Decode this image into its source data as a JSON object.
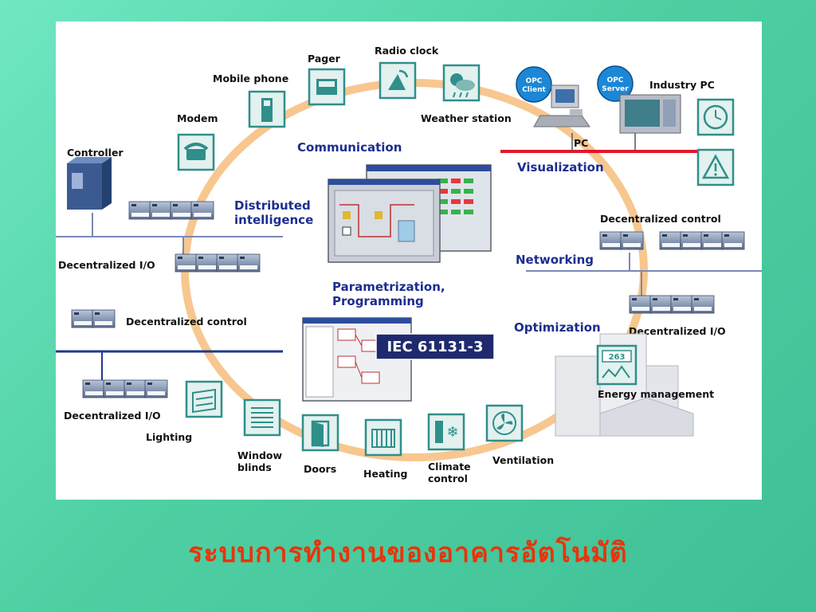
{
  "labels": {
    "pager": "Pager",
    "radio_clock": "Radio clock",
    "mobile_phone": "Mobile phone",
    "modem": "Modem",
    "weather_station": "Weather station",
    "opc_client": [
      "OPC",
      "Client"
    ],
    "opc_server": [
      "OPC",
      "Server"
    ],
    "industry_pc": "Industry PC",
    "pc": "PC",
    "controller": "Controller",
    "communication": "Communication",
    "visualization": "Visualization",
    "distributed": [
      "Distributed",
      "intelligence"
    ],
    "decentralized_control_right": "Decentralized control",
    "decentralized_io_left": "Decentralized I/O",
    "networking": "Networking",
    "parametrization": [
      "Parametrization,",
      "Programming"
    ],
    "decentralized_control_left": "Decentralized control",
    "optimization": "Optimization",
    "decentralized_io_right": "Decentralized I/O",
    "iec": "IEC 61131-3",
    "energy_management": "Energy management",
    "decentralized_io_bottom": "Decentralized I/O",
    "lighting": "Lighting",
    "window_blinds": [
      "Window",
      "blinds"
    ],
    "doors": "Doors",
    "heating": "Heating",
    "climate_control": [
      "Climate",
      "control"
    ],
    "ventilation": "Ventilation"
  },
  "energy_display": "263",
  "title": "ระบบการทำงานของอาคารอัตโนมัติ",
  "colors": {
    "ring": "#f7c78f",
    "accent_text": "#1c2d8f",
    "visualization_bus": "#e0182a",
    "bus_blue": "#1f3a8a",
    "title": "#e8340c",
    "icon_teal": "#2f8f8a"
  },
  "icons": [
    "controller-icon",
    "modem-icon",
    "mobile-phone-icon",
    "pager-icon",
    "radio-clock-icon",
    "weather-station-icon",
    "pc-icon",
    "industry-pc-icon",
    "clock-icon",
    "warning-icon",
    "lighting-icon",
    "window-blinds-icon",
    "doors-icon",
    "heating-icon",
    "climate-control-icon",
    "ventilation-icon",
    "energy-management-icon",
    "io-module-icon"
  ]
}
